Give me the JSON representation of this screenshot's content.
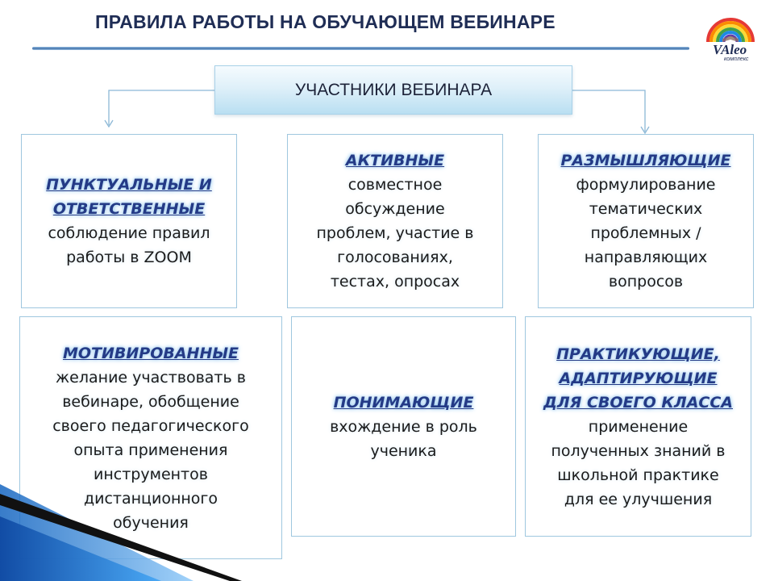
{
  "header": {
    "title": "ПРАВИЛА РАБОТЫ НА ОБУЧАЮЩЕМ ВЕБИНАРЕ",
    "logo_text": "VAleo",
    "logo_subtext": "комплекс"
  },
  "diagram": {
    "root_label": "УЧАСТНИКИ ВЕБИНАРА",
    "cards": [
      {
        "title_lines": [
          "ПУНКТУАЛЬНЫЕ И",
          "ОТВЕТСТВЕННЫЕ"
        ],
        "desc_lines": [
          "соблюдение правил",
          "работы в ZOOM"
        ]
      },
      {
        "title_lines": [
          "АКТИВНЫЕ"
        ],
        "desc_lines": [
          "совместное",
          "обсуждение",
          "проблем, участие в",
          "голосованиях,",
          "тестах, опросах"
        ]
      },
      {
        "title_lines": [
          "РАЗМЫШЛЯЮЩИЕ"
        ],
        "desc_lines": [
          "формулирование",
          "тематических",
          "проблемных /",
          "направляющих",
          "вопросов"
        ]
      },
      {
        "title_lines": [
          "МОТИВИРОВАННЫЕ"
        ],
        "desc_lines": [
          "желание участвовать в",
          "вебинаре, обобщение",
          "своего педагогического",
          "опыта применения",
          "инструментов",
          "дистанционного",
          "обучения"
        ]
      },
      {
        "title_lines": [
          "ПОНИМАЮЩИЕ"
        ],
        "desc_lines": [
          "вхождение в роль",
          "ученика"
        ]
      },
      {
        "title_lines": [
          "ПРАКТИКУЮЩИЕ,",
          "АДАПТИРУЮЩИЕ",
          "ДЛЯ СВОЕГО КЛАССА"
        ],
        "desc_lines": [
          "применение",
          "полученных знаний в",
          "школьной практике",
          "для ее улучшения"
        ]
      }
    ]
  },
  "colors": {
    "title": "#1f2d55",
    "card_title": "#243a86",
    "card_border": "#9fc7df",
    "connector": "#8cb8d6"
  }
}
